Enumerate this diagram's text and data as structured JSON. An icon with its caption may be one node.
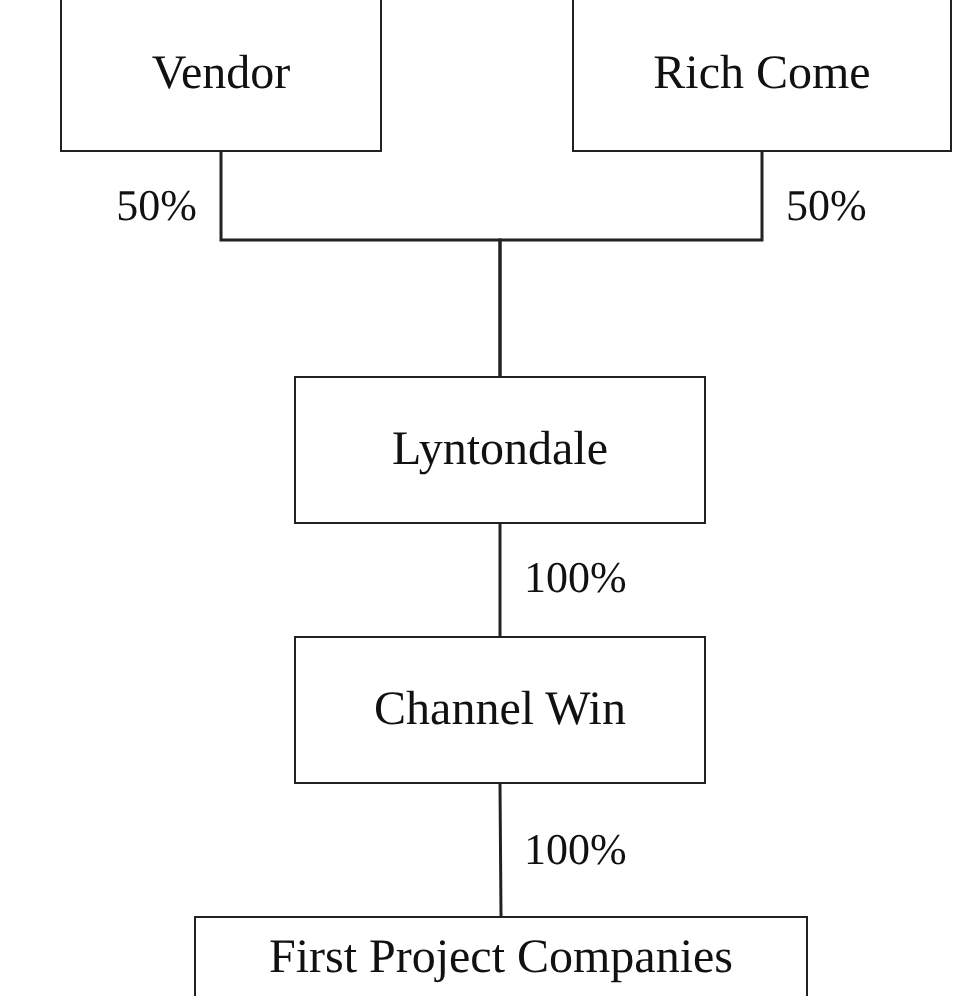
{
  "diagram": {
    "nodes": [
      {
        "text": [
          "Vendor"
        ]
      },
      {
        "text": [
          "Rich Come"
        ]
      },
      {
        "text": [
          "Lyntondale"
        ]
      },
      {
        "text": [
          "Channel Win"
        ]
      },
      {
        "text": [
          "First Project Companies"
        ]
      }
    ],
    "edges": [
      {
        "from": 0,
        "to": 2,
        "arrow": "none",
        "label": "50%"
      },
      {
        "from": 1,
        "to": 2,
        "arrow": "none",
        "label": "50%"
      },
      {
        "from": 2,
        "to": 3,
        "arrow": "none",
        "label": "100%"
      },
      {
        "from": 3,
        "to": 4,
        "arrow": "none",
        "label": "100%"
      }
    ]
  }
}
